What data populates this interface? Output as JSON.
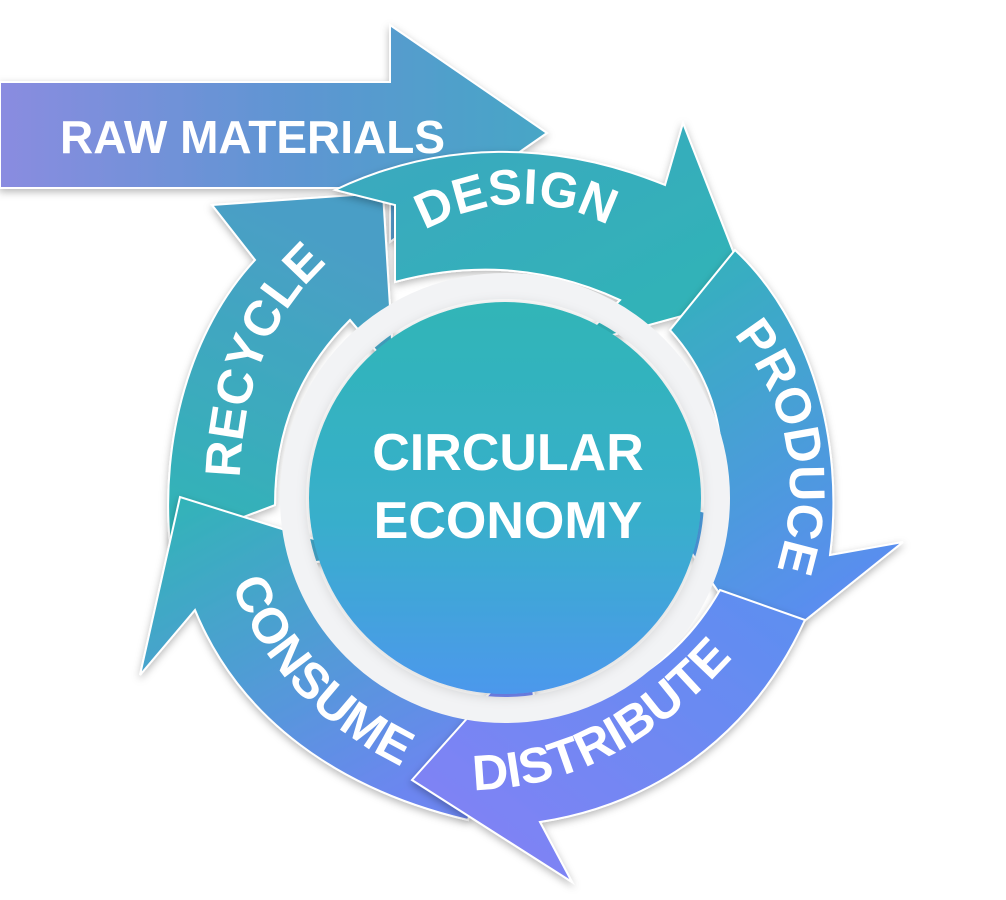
{
  "raw_materials": "RAW MATERIALS",
  "center": {
    "line1": "CIRCULAR",
    "line2": "ECONOMY"
  },
  "stages": {
    "design": "DESIGN",
    "produce": "PRODUCE",
    "distribute": "DISTRIBUTE",
    "consume": "CONSUME",
    "recycle": "RECYCLE"
  },
  "colors": {
    "teal": "#30B5B8",
    "blue": "#5B8BEF",
    "violet": "#8A7FF2",
    "text": "#FFFFFF"
  }
}
